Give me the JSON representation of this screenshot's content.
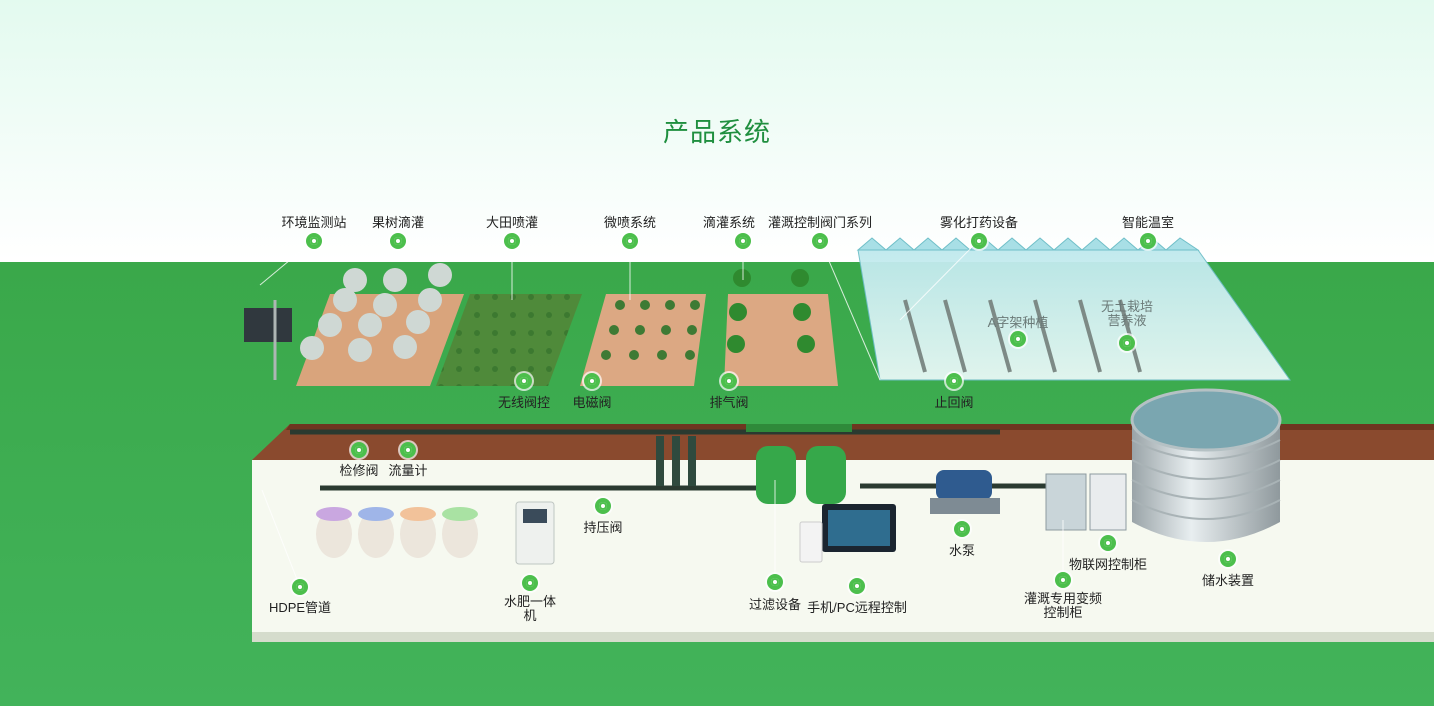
{
  "title": "产品系统",
  "labels": {
    "env_station": "环境监测站",
    "orchard_drip": "果树滴灌",
    "field_sprinkler": "大田喷灌",
    "micro_spray": "微喷系统",
    "drip_system": "滴灌系统",
    "valve_series": "灌溉控制阀门系列",
    "spray_equipment": "雾化打药设备",
    "smart_greenhouse": "智能温室",
    "a_frame": "A字架种植",
    "wireless_valve": "无线阀控",
    "solenoid_valve": "电磁阀",
    "exhaust_valve": "排气阀",
    "check_valve": "止回阀",
    "hydroponic": "无土栽培营养液",
    "service_valve": "检修阀",
    "flow_meter": "流量计",
    "pressure_valve": "持压阀",
    "water_pump": "水泵",
    "iot_cabinet": "物联网控制柜",
    "storage": "储水装置",
    "hdpe": "HDPE管道",
    "fertigation": "水肥一体机",
    "filter": "过滤设备",
    "remote": "手机/PC远程控制",
    "vfd_cabinet": "灌溉专用变频控制柜"
  },
  "colors": {
    "title": "#1f8f3f",
    "grass": "#3aa84a",
    "soil": "#d9a47c",
    "dot": "#4cbf4c",
    "floor": "#f6f9f0",
    "tank": "#c9d1d4"
  }
}
